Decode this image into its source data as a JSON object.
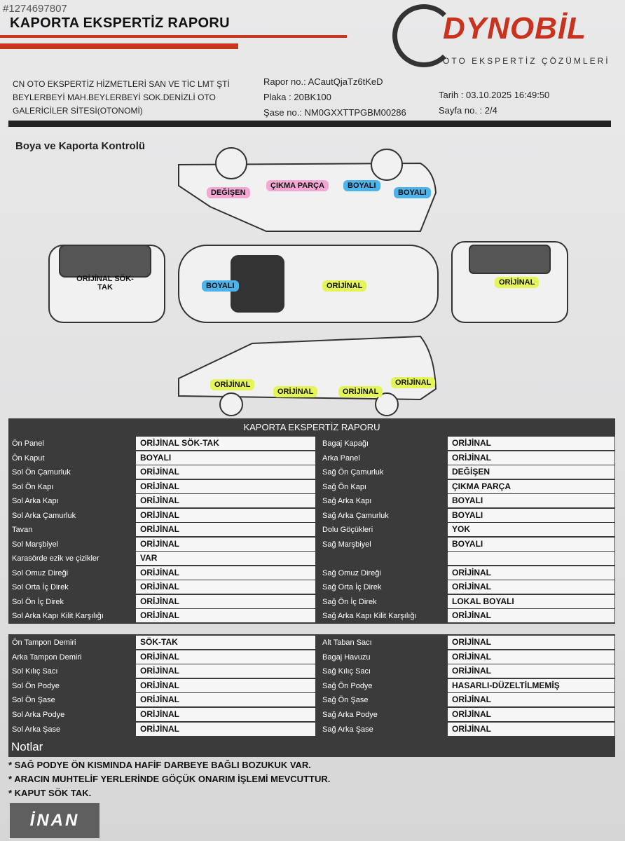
{
  "watermark": "#1274697807",
  "header": {
    "title": "KAPORTA EKSPERTİZ RAPORU",
    "brand": "DYNOBİL",
    "brand_sub": "OTO EKSPERTİZ ÇÖZÜMLERİ"
  },
  "company": [
    "CN OTO EKSPERTİZ HİZMETLERİ SAN VE TİC LMT ŞTİ",
    "BEYLERBEYİ MAH.BEYLERBEYİ SOK.DENİZLİ OTO",
    "GALERİCİLER SİTESİ(OTONOMİ)"
  ],
  "report": {
    "rapor": "Rapor no.: ACautQjaTz6tKeD",
    "plaka": "Plaka : 20BK100",
    "sase": "Şase no.: NM0GXXTTPGBM00286",
    "tarih": "Tarih : 03.10.2025 16:49:50",
    "sayfa": "Sayfa no. : 2/4"
  },
  "section_title": "Boya ve Kaporta Kontrolü",
  "diagram_labels": {
    "degisen": "DEĞİŞEN",
    "cikma": "ÇIKMA PARÇA",
    "boyali1": "BOYALI",
    "boyali2": "BOYALI",
    "front": "ORİJİNAL SÖK-TAK",
    "roof_boyali": "BOYALI",
    "roof": "ORİJİNAL",
    "rear": "ORİJİNAL",
    "l1": "ORİJİNAL",
    "l2": "ORİJİNAL",
    "l3": "ORİJİNAL",
    "l4": "ORİJİNAL"
  },
  "colors": {
    "degisen": "#f2a8d3",
    "boyali": "#4eb3ea",
    "orijinal": "#e4f459",
    "accent": "#c8321e"
  },
  "table_title": "KAPORTA EKSPERTİZ RAPORU",
  "block1": {
    "left": [
      [
        "Ön Panel",
        "ORİJİNAL SÖK-TAK"
      ],
      [
        "Ön Kaput",
        "BOYALI"
      ],
      [
        "Sol Ön Çamurluk",
        "ORİJİNAL"
      ],
      [
        "Sol Ön Kapı",
        "ORİJİNAL"
      ],
      [
        "Sol Arka Kapı",
        "ORİJİNAL"
      ],
      [
        "Sol Arka Çamurluk",
        "ORİJİNAL"
      ],
      [
        "Tavan",
        "ORİJİNAL"
      ],
      [
        "Sol Marşbiyel",
        "ORİJİNAL"
      ],
      [
        "Karasörde ezik ve çizikler",
        "VAR"
      ],
      [
        "Sol Omuz Direği",
        "ORİJİNAL"
      ],
      [
        "Sol Orta İç Direk",
        "ORİJİNAL"
      ],
      [
        "Sol Ön İç Direk",
        "ORİJİNAL"
      ],
      [
        "Sol Arka Kapı Kilit Karşılığı",
        "ORİJİNAL"
      ]
    ],
    "right": [
      [
        "Bagaj Kapağı",
        "ORİJİNAL"
      ],
      [
        "Arka Panel",
        "ORİJİNAL"
      ],
      [
        "Sağ Ön Çamurluk",
        "DEĞİŞEN"
      ],
      [
        "Sağ Ön Kapı",
        "ÇIKMA PARÇA"
      ],
      [
        "Sağ Arka Kapı",
        "BOYALI"
      ],
      [
        "Sağ Arka Çamurluk",
        "BOYALI"
      ],
      [
        "Dolu Göçükleri",
        "YOK"
      ],
      [
        "Sağ Marşbiyel",
        "BOYALI"
      ],
      [
        "",
        ""
      ],
      [
        "Sağ Omuz Direği",
        "ORİJİNAL"
      ],
      [
        "Sağ Orta İç Direk",
        "ORİJİNAL"
      ],
      [
        "Sağ Ön İç Direk",
        "LOKAL BOYALI"
      ],
      [
        "Sağ Arka Kapı Kilit Karşılığı",
        "ORİJİNAL"
      ]
    ]
  },
  "block2": {
    "left": [
      [
        "Ön Tampon Demiri",
        "SÖK-TAK"
      ],
      [
        "Arka Tampon Demiri",
        "ORİJİNAL"
      ],
      [
        "Sol Kılıç Sacı",
        "ORİJİNAL"
      ],
      [
        "Sol Ön Podye",
        "ORİJİNAL"
      ],
      [
        "Sol Ön Şase",
        "ORİJİNAL"
      ],
      [
        "Sol Arka Podye",
        "ORİJİNAL"
      ],
      [
        "Sol Arka Şase",
        "ORİJİNAL"
      ]
    ],
    "right": [
      [
        "Alt Taban Sacı",
        "ORİJİNAL"
      ],
      [
        "Bagaj Havuzu",
        "ORİJİNAL"
      ],
      [
        "Sağ Kılıç Sacı",
        "ORİJİNAL"
      ],
      [
        "Sağ Ön Podye",
        "HASARLI-DÜZELTİLMEMİŞ"
      ],
      [
        "Sağ Ön Şase",
        "ORİJİNAL"
      ],
      [
        "Sağ Arka Podye",
        "ORİJİNAL"
      ],
      [
        "Sağ Arka Şase",
        "ORİJİNAL"
      ]
    ]
  },
  "notes": {
    "title": "Notlar",
    "items": [
      "* SAĞ PODYE ÖN KISMINDA HAFİF DARBEYE BAĞLI BOZUKUK VAR.",
      "* ARACIN MUHTELİF YERLERİNDE GÖÇÜK ONARIM İŞLEMİ MEVCUTTUR.",
      "* KAPUT SÖK TAK."
    ]
  },
  "dealer_logo": "İNAN"
}
